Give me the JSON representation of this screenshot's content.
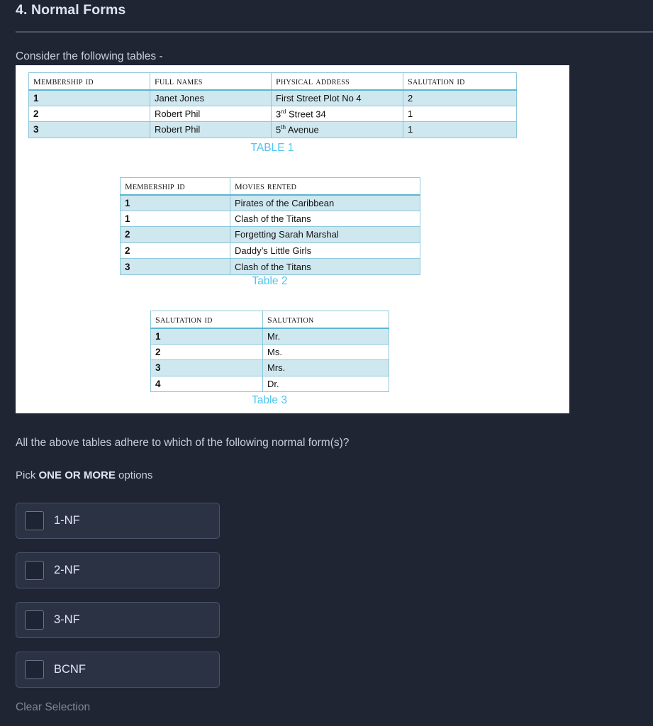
{
  "header": {
    "title": "4. Normal Forms"
  },
  "prompt": {
    "consider_text": "Consider the following tables -",
    "question_text": "All the above tables adhere to which of the following normal form(s)?",
    "pick_prefix": "Pick ",
    "pick_emphasis": "ONE OR MORE",
    "pick_suffix": " options"
  },
  "figure": {
    "tables": [
      {
        "caption": "TABLE 1",
        "headers": [
          "Membership id",
          "Full names",
          "Physical Address",
          "Salutation ID"
        ],
        "rows": [
          [
            "1",
            "Janet Jones",
            "First Street Plot No 4",
            "2"
          ],
          [
            "2",
            "Robert Phil",
            "3rd Street 34",
            "1"
          ],
          [
            "3",
            "Robert Phil",
            "5th Avenue",
            "1"
          ]
        ]
      },
      {
        "caption": "Table 2",
        "headers": [
          "Membership id",
          "Movies rented"
        ],
        "rows": [
          [
            "1",
            "Pirates of the Caribbean"
          ],
          [
            "1",
            "Clash of the Titans"
          ],
          [
            "2",
            "Forgetting Sarah Marshal"
          ],
          [
            "2",
            "Daddy’s Little Girls"
          ],
          [
            "3",
            "Clash of the Titans"
          ]
        ]
      },
      {
        "caption": "Table 3",
        "headers": [
          "Salutation ID",
          "Salutation"
        ],
        "rows": [
          [
            "1",
            "Mr."
          ],
          [
            "2",
            "Ms."
          ],
          [
            "3",
            "Mrs."
          ],
          [
            "4",
            "Dr."
          ]
        ]
      }
    ]
  },
  "options": [
    {
      "label": "1-NF",
      "checked": false
    },
    {
      "label": "2-NF",
      "checked": false
    },
    {
      "label": "3-NF",
      "checked": false
    },
    {
      "label": "BCNF",
      "checked": false
    }
  ],
  "actions": {
    "clear_selection": "Clear Selection"
  },
  "colors": {
    "page_background": "#1f2533",
    "card_background": "#2b3244",
    "card_border": "#49526a",
    "text_primary": "#dde4f1",
    "text_secondary": "#c7cedd",
    "muted": "#7d8798",
    "caption_accent": "#4dc4f0",
    "table_border": "#8cc7dc",
    "table_row_alt": "#cfe7ef"
  }
}
